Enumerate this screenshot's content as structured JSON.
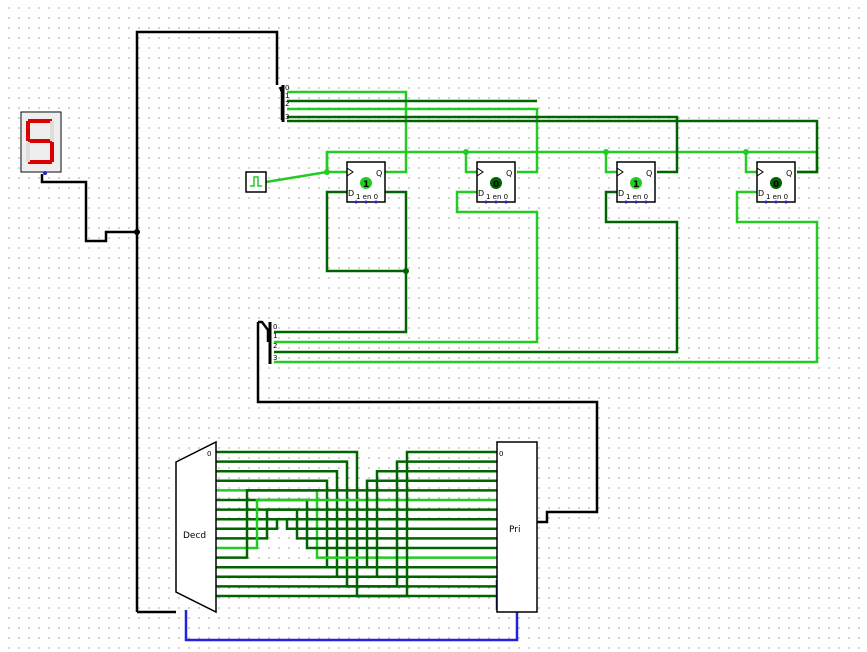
{
  "palette": {
    "wire_black": "#000000",
    "wire_light_green": "#22cc22",
    "wire_dark_green": "#006400",
    "wire_blue": "#2222dd",
    "segment_red": "#dd0000",
    "segment_off": "#dddddd"
  },
  "display": {
    "digit": "5"
  },
  "flipflops": [
    {
      "state": "1",
      "q_label": "Q",
      "d_label": "D",
      "bottom_label": "1 en 0"
    },
    {
      "state": "0",
      "q_label": "Q",
      "d_label": "D",
      "bottom_label": "1 en 0"
    },
    {
      "state": "1",
      "q_label": "Q",
      "d_label": "D",
      "bottom_label": "1 en 0"
    },
    {
      "state": "0",
      "q_label": "Q",
      "d_label": "D",
      "bottom_label": "1 en 0"
    }
  ],
  "splitters": {
    "top": [
      "0",
      "1",
      "2",
      "3"
    ],
    "mid": [
      "0",
      "1",
      "2",
      "3"
    ]
  },
  "decoder": {
    "label": "Decd",
    "pin0": "0"
  },
  "priority_encoder": {
    "label": "Pri",
    "pin0": "0"
  }
}
